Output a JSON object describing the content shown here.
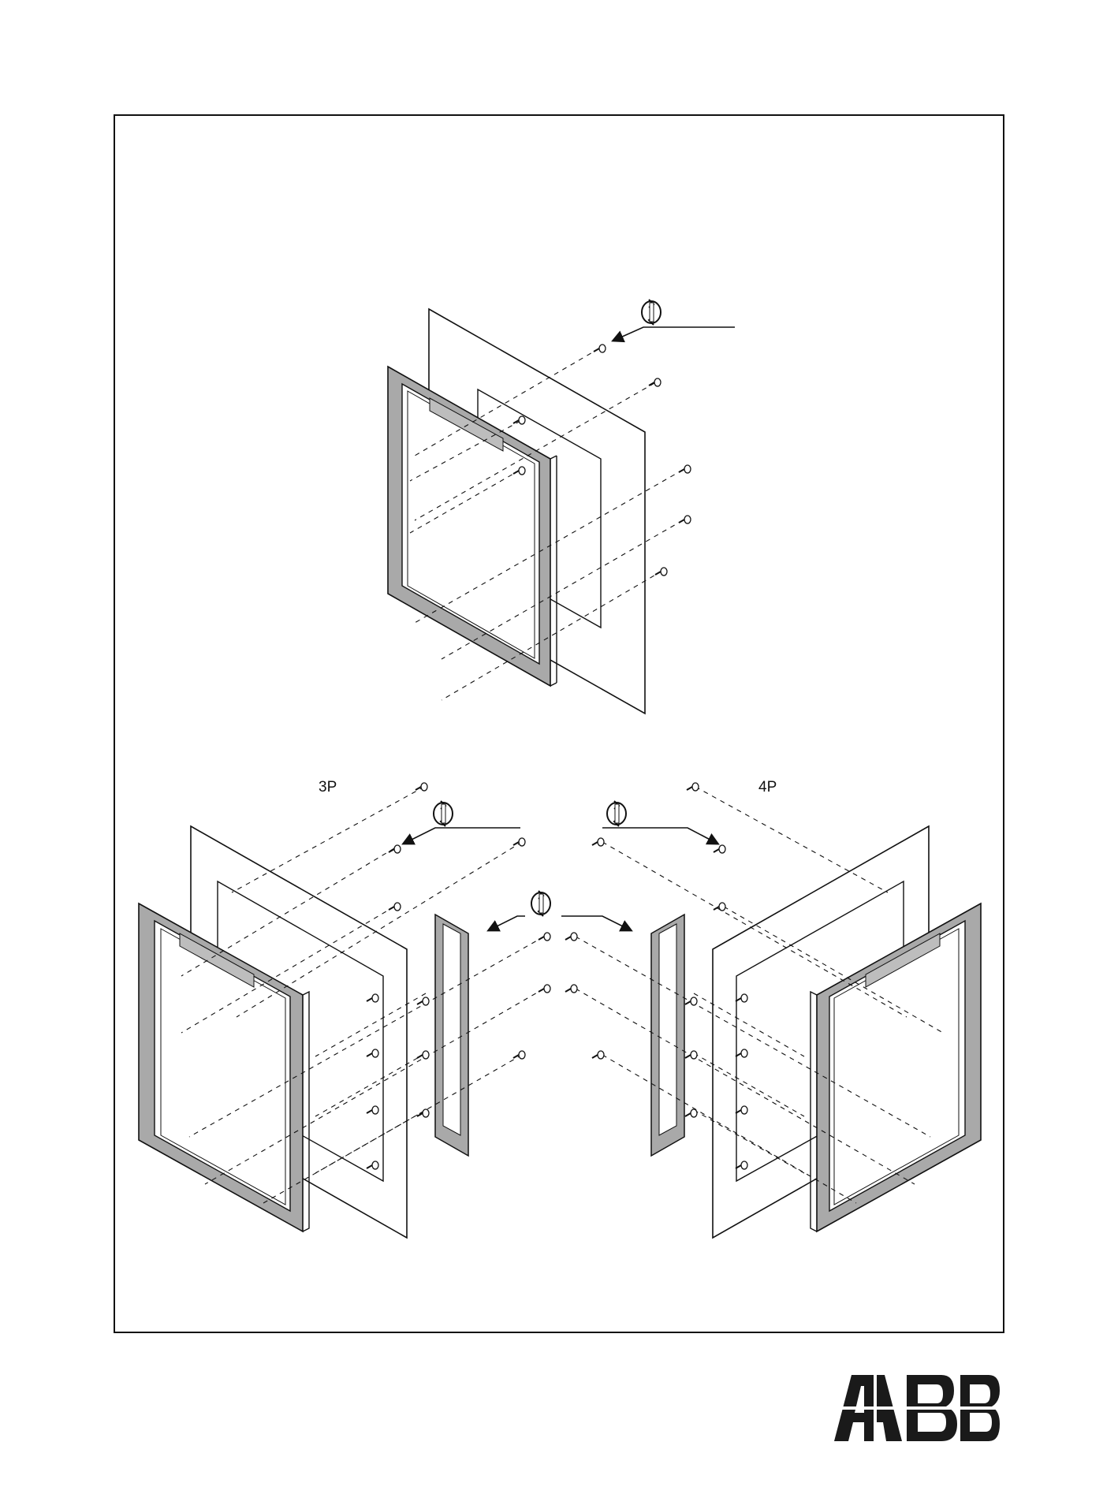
{
  "diagram": {
    "labels": {
      "three_pole": "3P",
      "four_pole": "4P"
    },
    "icons": [
      "rotate-screwdriver-icon",
      "screw-icon"
    ]
  },
  "brand": {
    "logo_text": "ABB",
    "color": "#1a1a1a"
  },
  "colors": {
    "frame_fill": "#a9a9a9",
    "frame_stroke": "#222222",
    "line": "#111111"
  }
}
